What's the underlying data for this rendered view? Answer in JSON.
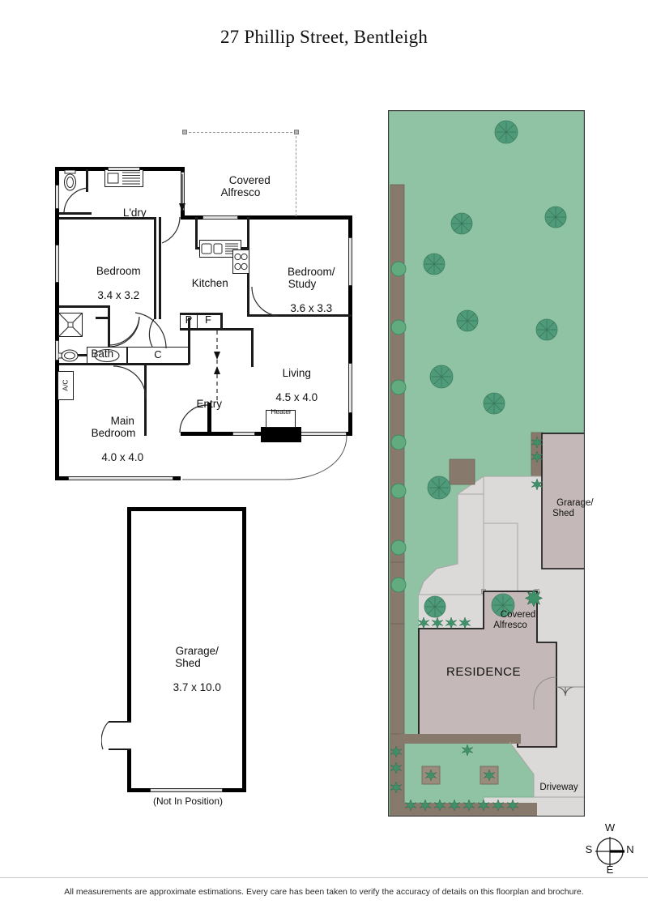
{
  "document": {
    "title": "27 Phillip Street, Bentleigh",
    "footer_note": "All measurements are approximate estimations. Every care has been taken to verify the accuracy of details on this floorplan and brochure."
  },
  "colors": {
    "lawn": "#8fc3a3",
    "lawn_edge": "#7fb293",
    "tree": "#4f9a79",
    "shrub": "#62ab7f",
    "residence_fill": "#c4b8b8",
    "paving": "#dbdad8",
    "driveway": "#d9d9d7",
    "soil_path": "#877a6c",
    "wall_black": "#000000",
    "window_grey": "#e2e2e2",
    "dashed_grey": "#9a9a9a"
  },
  "floorplan": {
    "rooms": [
      {
        "name": "laundry",
        "label": "L'dry",
        "dims": ""
      },
      {
        "name": "covered-alfresco",
        "label": "Covered\nAlfresco",
        "dims": ""
      },
      {
        "name": "bedroom-2",
        "label": "Bedroom",
        "dims": "3.4 x 3.2"
      },
      {
        "name": "kitchen",
        "label": "Kitchen",
        "dims": ""
      },
      {
        "name": "bedroom-study",
        "label": "Bedroom/\nStudy",
        "dims": "3.6 x 3.3"
      },
      {
        "name": "bath",
        "label": "Bath",
        "dims": ""
      },
      {
        "name": "living",
        "label": "Living",
        "dims": "4.5 x 4.0"
      },
      {
        "name": "entry",
        "label": "Entry",
        "dims": ""
      },
      {
        "name": "main-bedroom",
        "label": "Main\nBedroom",
        "dims": "4.0 x 4.0"
      }
    ],
    "annotations": {
      "pantry": "P",
      "fridge": "F",
      "cupboard": "C",
      "air_conditioner": "A/C",
      "heater": "Heater"
    },
    "garage": {
      "label": "Grarage/\nShed",
      "dims": "3.7 x 10.0",
      "note": "(Not In Position)"
    }
  },
  "siteplan": {
    "labels": {
      "garage_shed": "Grarage/\nShed",
      "covered_alfresco": "Covered\nAlfresco",
      "residence": "RESIDENCE",
      "driveway": "Driveway"
    }
  },
  "compass": {
    "north": "N",
    "south": "S",
    "east": "E",
    "west": "W"
  }
}
